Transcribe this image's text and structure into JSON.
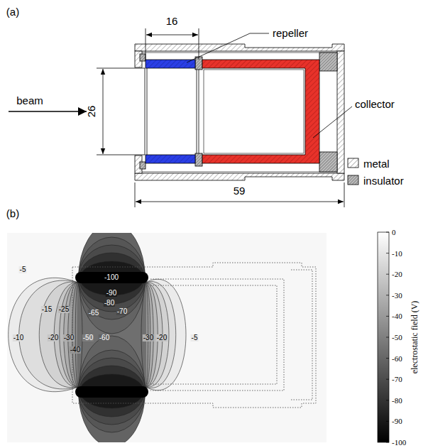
{
  "diagram": {
    "labels": [
      "(a)",
      "16",
      "repeller",
      "beam",
      "26",
      "collector",
      "59",
      "(b)",
      "-5",
      "-100",
      "-90",
      "-80",
      "-70",
      "-15",
      "-25",
      "-65",
      "-10",
      "-20",
      "-30",
      "-50",
      "-60",
      "-30",
      "-20",
      "-5",
      "-40",
      "0",
      "-10",
      "-20",
      "-30",
      "-40",
      "-50",
      "-60",
      "-70",
      "-80",
      "-90",
      "-100",
      "electrostatic field (V)"
    ],
    "legend": [
      {
        "text": "metal"
      },
      {
        "text": "insulator"
      }
    ]
  }
}
